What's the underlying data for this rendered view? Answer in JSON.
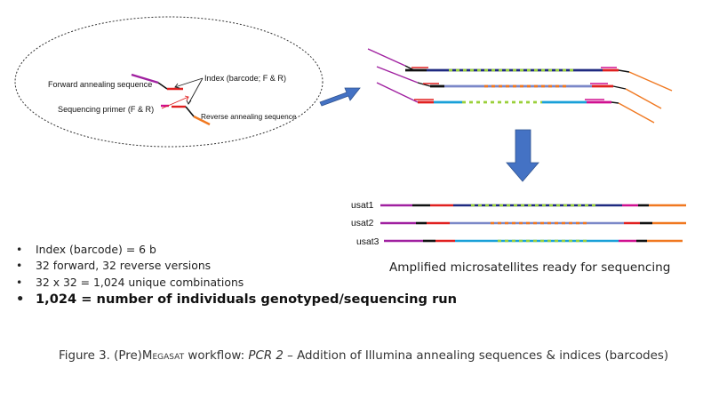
{
  "inset": {
    "forward_label": "Forward annealing sequence",
    "index_label": "Index (barcode; F & R)",
    "primer_label": "Sequencing primer (F & R)",
    "reverse_label": "Reverse annealing sequence"
  },
  "reads": [
    {
      "label": "usat1"
    },
    {
      "label": "usat2"
    },
    {
      "label": "usat3"
    }
  ],
  "amplified_label": "Amplified microsatellites ready for sequencing",
  "bullets": [
    "Index (barcode) = 6 b",
    "32 forward, 32 reverse versions",
    "32 x 32 = 1,024 unique combinations",
    "1,024 = number of individuals genotyped/sequencing run"
  ],
  "caption": {
    "prefix": "Figure 3. (Pre)M",
    "smallcaps": "egasat",
    "middle": " workflow: ",
    "italic": "PCR 2",
    "suffix": " – Addition of Illumina annealing sequences & indices (barcodes)"
  },
  "colors": {
    "purple": "#a020a0",
    "magenta": "#d01090",
    "red": "#e02020",
    "black": "#111111",
    "navy": "#1f2a80",
    "periwinkle": "#7b88c8",
    "cyan": "#19a0d8",
    "lime": "#9ad03a",
    "orange": "#f07820",
    "arrow_blue": "#4472c4"
  }
}
